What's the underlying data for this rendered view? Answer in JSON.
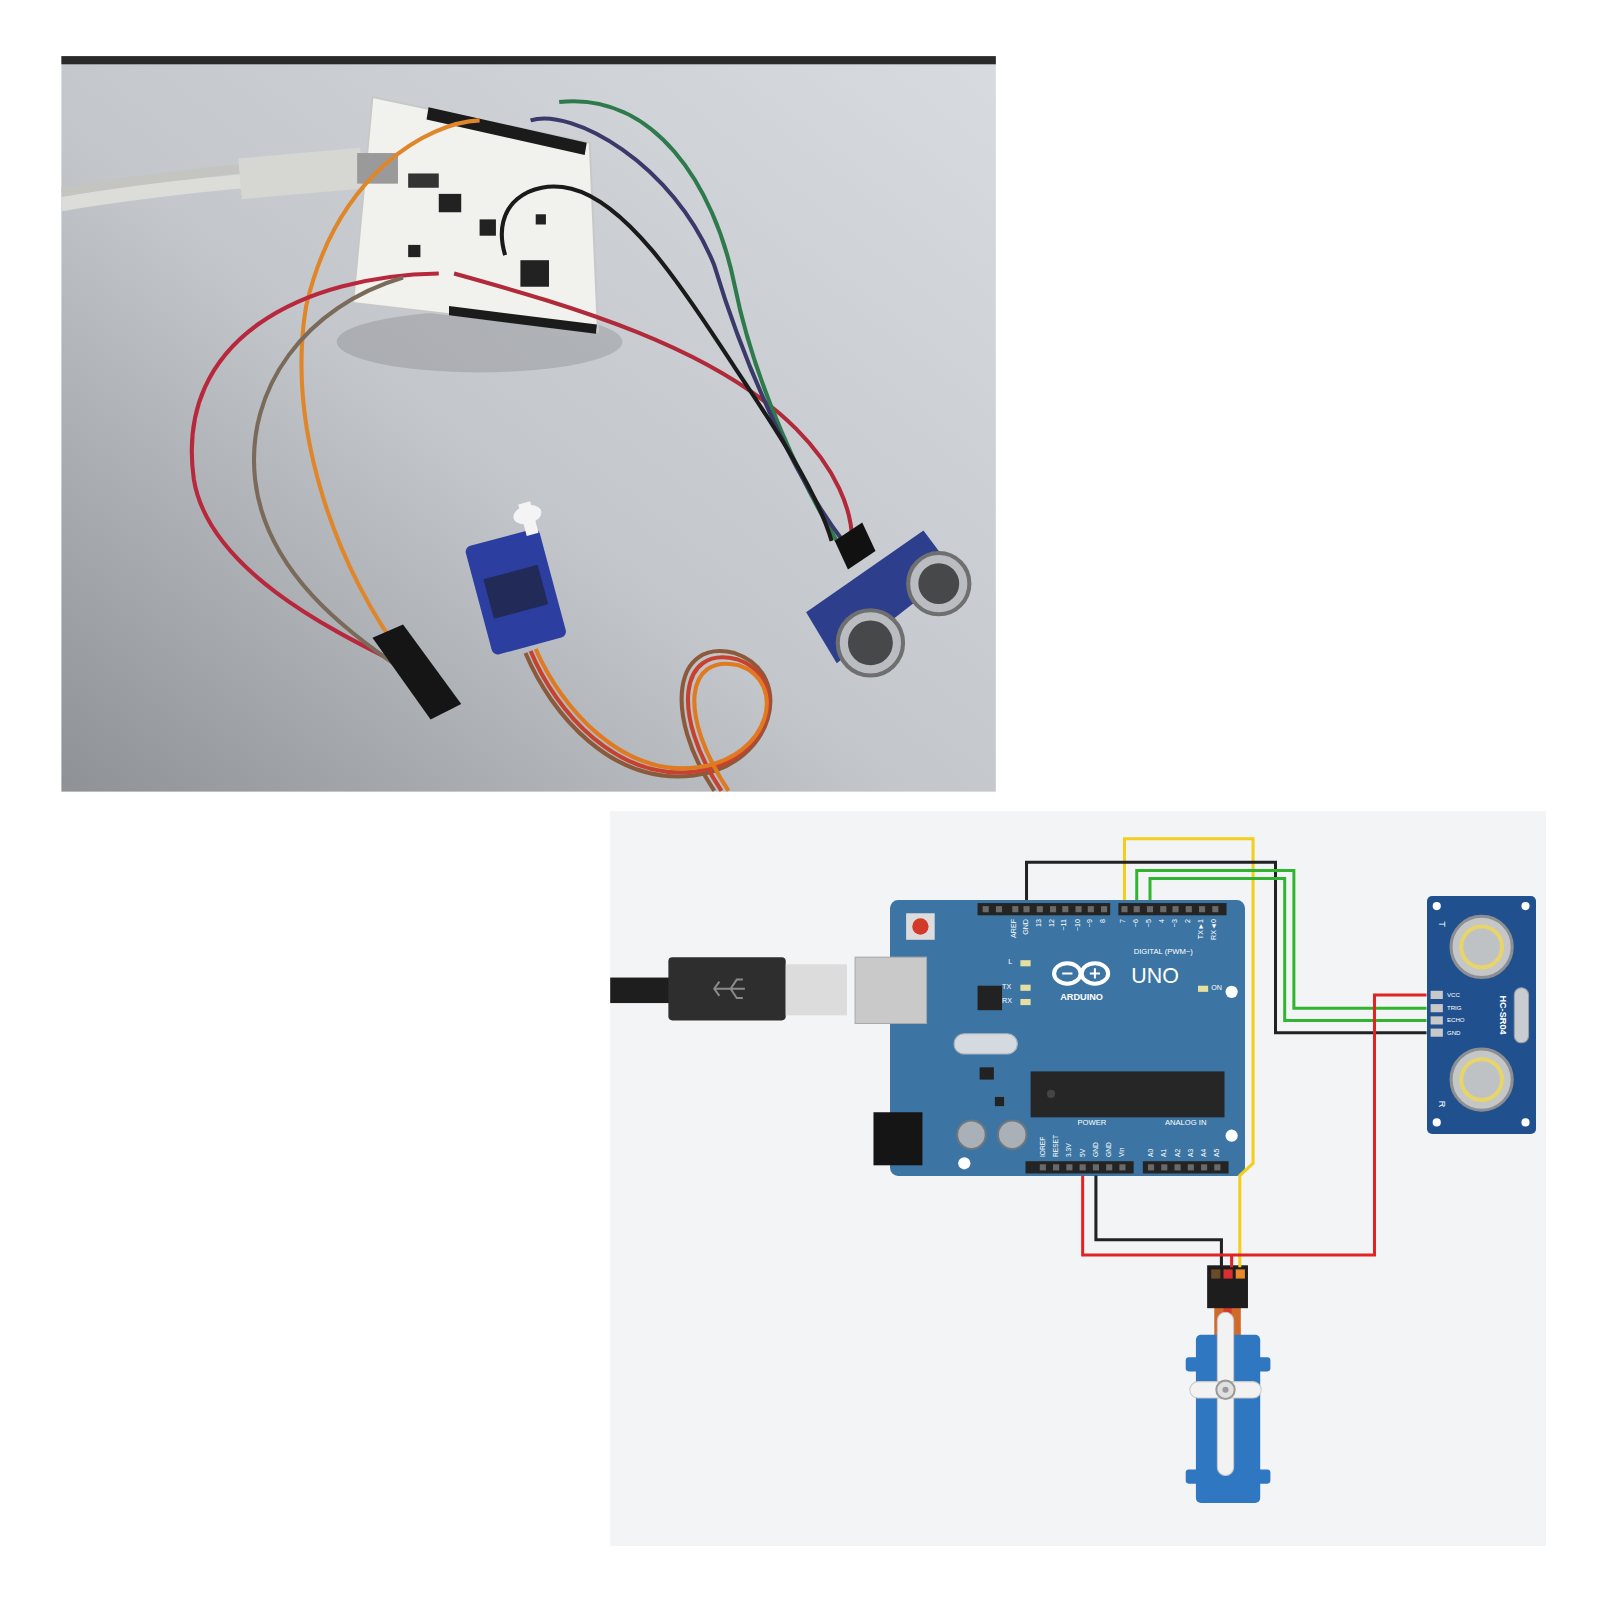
{
  "diagram": {
    "nodes": [
      {
        "text": [
          "ARDUINO",
          "UNO"
        ]
      },
      {
        "text": [
          "HC-SR04"
        ]
      }
    ],
    "edges": [
      {
        "from": 0,
        "to": 1,
        "arrow": "none"
      },
      {
        "from": 0,
        "to": 1,
        "arrow": "none"
      },
      {
        "from": 0,
        "to": 1,
        "arrow": "none"
      },
      {
        "from": 0,
        "to": 1,
        "arrow": "none"
      }
    ],
    "labels": [
      "AREF",
      "GND",
      "13",
      "12",
      "~11",
      "~10",
      "~9",
      "8",
      "7",
      "~6",
      "~5",
      "4",
      "~3",
      "2",
      "TX►1",
      "RX◄0",
      "DIGITAL (PWM~)",
      "L",
      "TX",
      "RX",
      "ON",
      "IOREF",
      "RESET",
      "3.3V",
      "5V",
      "GND",
      "GND",
      "Vin",
      "POWER",
      "ANALOG IN",
      "A0",
      "A1",
      "A2",
      "A3",
      "A4",
      "A5",
      "VCC",
      "TRIG",
      "ECHO",
      "GND",
      "T",
      "R"
    ]
  }
}
